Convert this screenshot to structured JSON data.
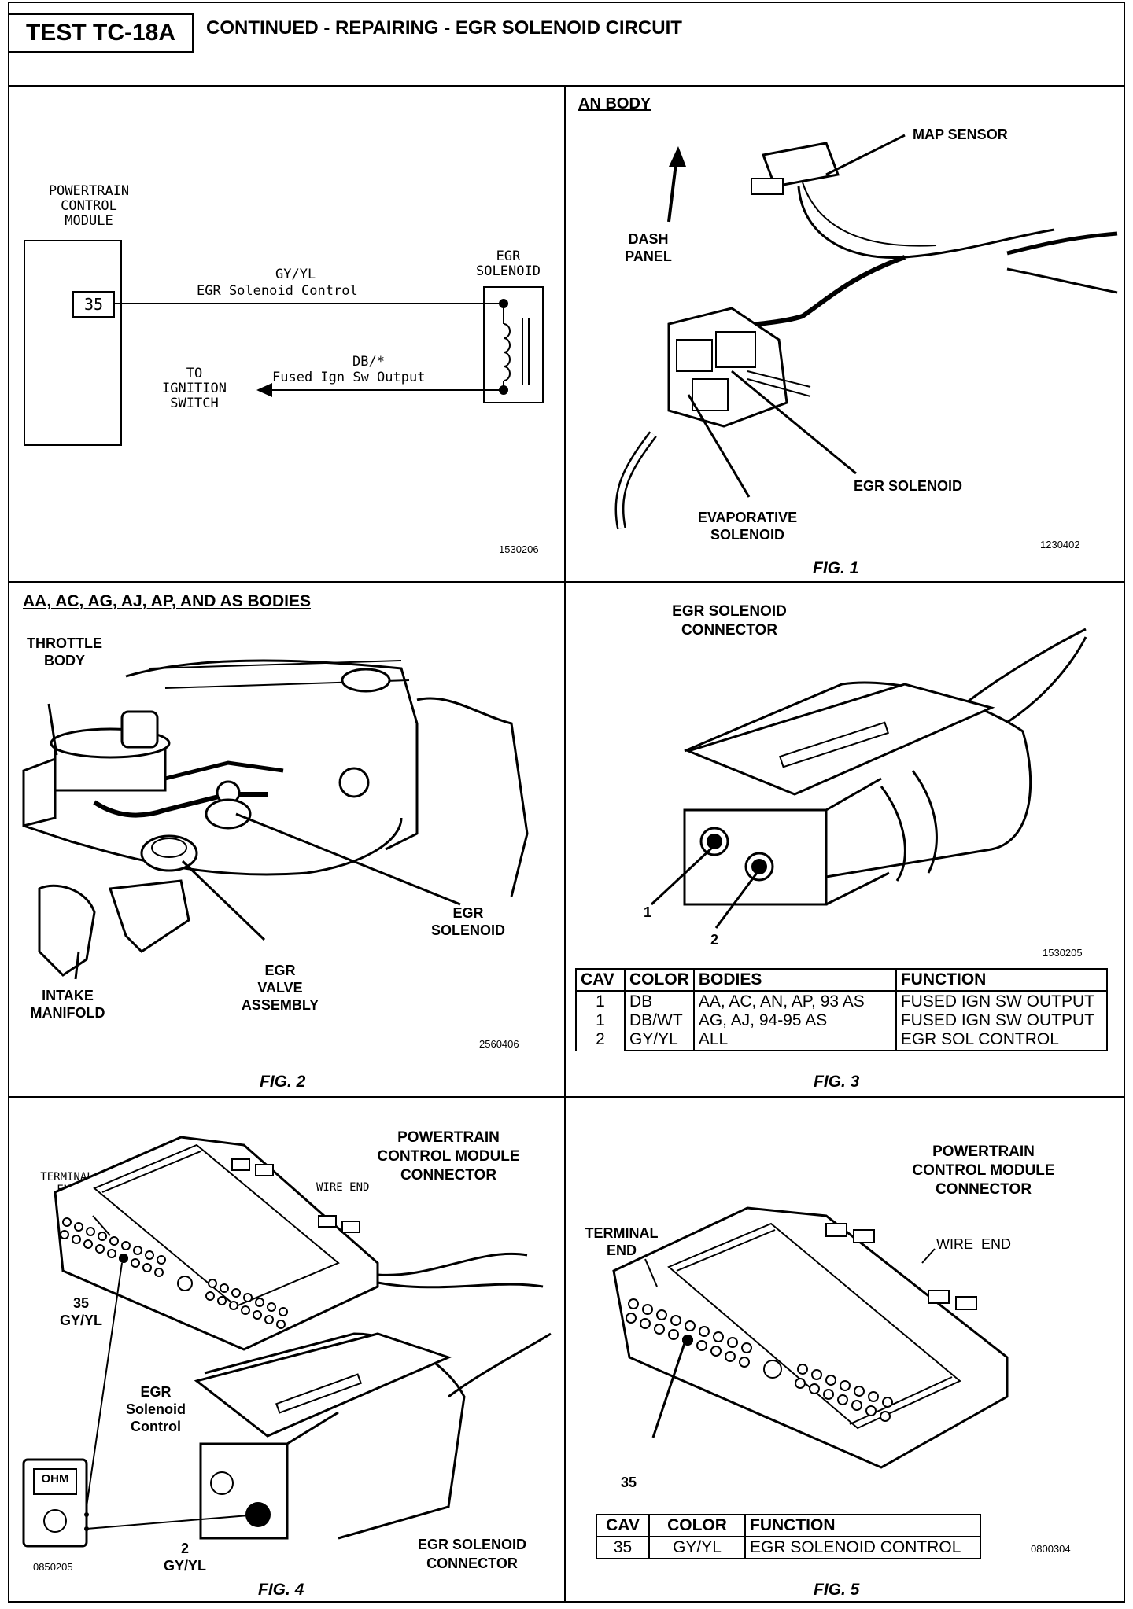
{
  "header": {
    "test_id": "TEST TC-18A",
    "title": "CONTINUED - REPAIRING - EGR SOLENOID CIRCUIT"
  },
  "schematic": {
    "pcm_label": [
      "POWERTRAIN",
      "CONTROL",
      "MODULE"
    ],
    "pin": "35",
    "wire1_color": "GY/YL",
    "wire1_name": "EGR Solenoid Control",
    "wire2_color": "DB/*",
    "wire2_name": "Fused Ign Sw Output",
    "solenoid_label": [
      "EGR",
      "SOLENOID"
    ],
    "ignition_label": [
      "TO",
      "IGNITION",
      "SWITCH"
    ],
    "code": "1530206"
  },
  "fig1": {
    "heading": "AN BODY",
    "map_sensor": "MAP SENSOR",
    "dash_panel": [
      "DASH",
      "PANEL"
    ],
    "egr_solenoid": "EGR SOLENOID",
    "evap_solenoid": [
      "EVAPORATIVE",
      "SOLENOID"
    ],
    "code": "1230402",
    "caption": "FIG. 1"
  },
  "fig2": {
    "heading": "AA, AC, AG, AJ, AP, AND AS BODIES",
    "throttle_body": [
      "THROTTLE",
      "BODY"
    ],
    "egr_solenoid": [
      "EGR",
      "SOLENOID"
    ],
    "egr_valve": [
      "EGR",
      "VALVE",
      "ASSEMBLY"
    ],
    "intake": [
      "INTAKE",
      "MANIFOLD"
    ],
    "code": "2560406",
    "caption": "FIG. 2"
  },
  "fig3": {
    "connector_label": [
      "EGR SOLENOID",
      "CONNECTOR"
    ],
    "pin1": "1",
    "pin2": "2",
    "code": "1530205",
    "caption": "FIG. 3",
    "table": {
      "headers": [
        "CAV",
        "COLOR",
        "BODIES",
        "FUNCTION"
      ],
      "rows": [
        [
          "1",
          "DB",
          "AA, AC, AN, AP, 93 AS",
          "FUSED IGN SW OUTPUT"
        ],
        [
          "1",
          "DB/WT",
          "AG, AJ, 94-95 AS",
          "FUSED IGN SW OUTPUT"
        ],
        [
          "2",
          "GY/YL",
          "ALL",
          "EGR SOL CONTROL"
        ]
      ]
    }
  },
  "fig4": {
    "pcm_connector": [
      "POWERTRAIN",
      "CONTROL MODULE",
      "CONNECTOR"
    ],
    "terminal_end": [
      "TERMINAL",
      "END"
    ],
    "wire_end": "WIRE END",
    "pin35": [
      "35",
      "GY/YL"
    ],
    "egr_control": [
      "EGR",
      "Solenoid",
      "Control"
    ],
    "meter": "OHM",
    "pin2": [
      "2",
      "GY/YL"
    ],
    "egr_connector": [
      "EGR SOLENOID",
      "CONNECTOR"
    ],
    "code": "0850205",
    "caption": "FIG. 4"
  },
  "fig5": {
    "pcm_connector": [
      "POWERTRAIN",
      "CONTROL MODULE",
      "CONNECTOR"
    ],
    "terminal_end": [
      "TERMINAL",
      "END"
    ],
    "wire_end": "WIRE  END",
    "pin35": "35",
    "code": "0800304",
    "caption": "FIG. 5",
    "table": {
      "headers": [
        "CAV",
        "COLOR",
        "FUNCTION"
      ],
      "rows": [
        [
          "35",
          "GY/YL",
          "EGR SOLENOID CONTROL"
        ]
      ]
    }
  }
}
